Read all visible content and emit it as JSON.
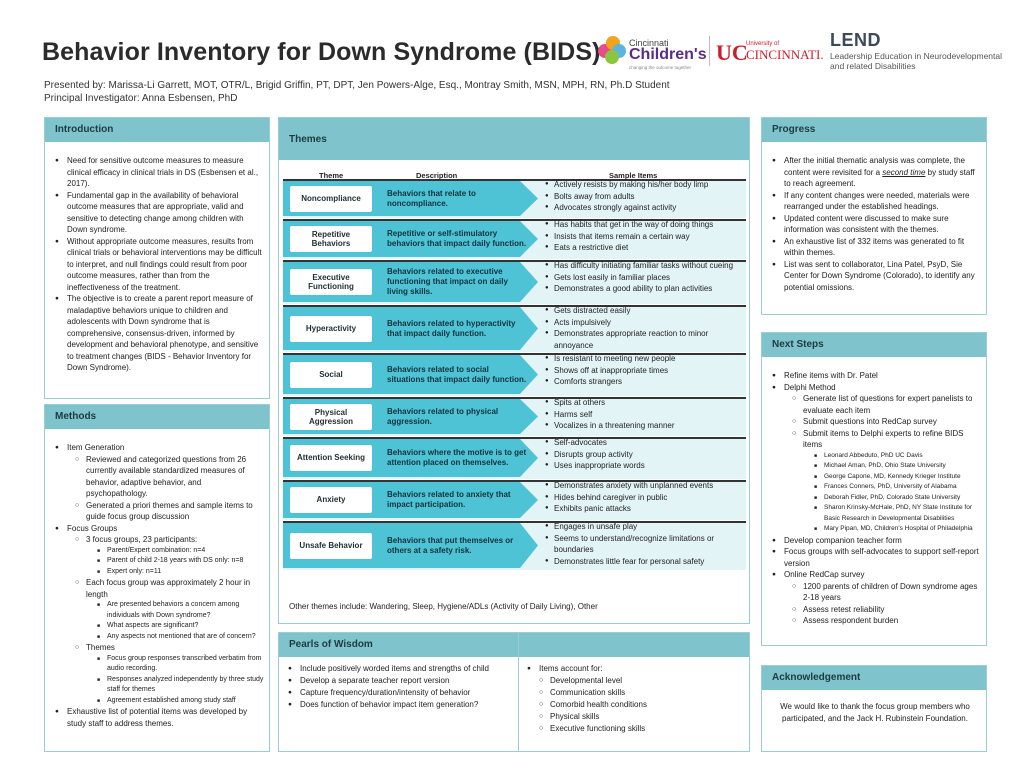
{
  "title": "Behavior Inventory for Down Syndrome (BIDS)",
  "presented_by": "Presented by: Marissa-Li Garrett, MOT, OTR/L, Brigid Griffin, PT, DPT, Jen Powers-Alge, Esq., Montray Smith, MSN, MPH, RN, Ph.D Student",
  "principal_investigator": "Principal Investigator: Anna Esbensen, PhD",
  "logos": {
    "cch_small": "Cincinnati",
    "cch_big": "Children's",
    "cch_tag": "changing the outcome together",
    "uc_small": "University of",
    "uc_big": "CINCINNATI.",
    "lend_big": "LEND",
    "lend_sub1": "Leadership Education in Neurodevelopmental",
    "lend_sub2": "and related Disabilities"
  },
  "introduction": {
    "header": "Introduction",
    "bullets": [
      "Need for sensitive outcome measures to measure clinical efficacy in clinical trials in DS (Esbensen et al., 2017).",
      "Fundamental gap in the availability of behavioral outcome measures that are appropriate, valid and sensitive to detecting change among children with Down syndrome.",
      "Without appropriate outcome measures, results from clinical trials or behavioral interventions may be difficult to interpret, and null findings could result from poor outcome measures, rather than from the ineffectiveness of the treatment.",
      "The objective is to create a parent report measure of maladaptive behaviors unique to children and adolescents with Down syndrome that is comprehensive, consensus-driven, informed by development and behavioral phenotype, and sensitive to treatment changes (BIDS - Behavior Inventory for Down Syndrome)."
    ]
  },
  "methods": {
    "header": "Methods",
    "item_generation": "Item Generation",
    "ig_sub": [
      "Reviewed and categorized questions from 26 currently available standardized measures of behavior, adaptive behavior, and psychopathology.",
      "Generated a priori themes and sample items to guide focus group discussion"
    ],
    "focus_groups": "Focus Groups",
    "fg_groups": "3 focus groups, 23 participants:",
    "fg_groups_list": [
      "Parent/Expert combination: n=4",
      "Parent of child 2-18 years with DS only: n=8",
      "Expert only: n=11"
    ],
    "fg_length": "Each focus group was approximately 2 hour in length",
    "fg_length_list": [
      "Are presented behaviors a concern among individuals with Down syndrome?",
      "What aspects are significant?",
      "Any aspects not mentioned that are of concern?"
    ],
    "fg_themes": "Themes",
    "fg_themes_list": [
      "Focus group responses transcribed verbatim from audio recording.",
      "Responses analyzed independently by three study staff for themes",
      "Agreement established among study staff"
    ],
    "exhaustive": "Exhaustive list of potential items was developed by study staff to address themes."
  },
  "themes": {
    "header": "Themes",
    "col_theme": "Theme",
    "col_description": "Description",
    "col_samples": "Sample Items",
    "rows": [
      {
        "name": "Noncompliance",
        "desc": "Behaviors that relate to noncompliance.",
        "items": [
          "Actively resists by making his/her body limp",
          "Bolts away from adults",
          "Advocates strongly against activity"
        ]
      },
      {
        "name": "Repetitive Behaviors",
        "desc": "Repetitive or self-stimulatory behaviors that impact daily function.",
        "items": [
          "Has habits that get in the way of doing things",
          "Insists that items remain a certain way",
          "Eats a restrictive diet"
        ]
      },
      {
        "name": "Executive Functioning",
        "desc": "Behaviors related to executive functioning that impact on daily living skills.",
        "items": [
          "Has difficulty initiating familiar tasks without cueing",
          "Gets lost easily in familiar places",
          "Demonstrates a good ability to plan activities"
        ]
      },
      {
        "name": "Hyperactivity",
        "desc": "Behaviors related to hyperactivity that impact daily function.",
        "items": [
          "Gets distracted easily",
          "Acts impulsively",
          "Demonstrates appropriate reaction to minor annoyance"
        ]
      },
      {
        "name": "Social",
        "desc": "Behaviors related to social situations that impact daily function.",
        "items": [
          "Is resistant to meeting new people",
          "Shows off at inappropriate times",
          "Comforts strangers"
        ]
      },
      {
        "name": "Physical Aggression",
        "desc": "Behaviors related to physical aggression.",
        "items": [
          "Spits at others",
          "Harms self",
          "Vocalizes in a threatening manner"
        ]
      },
      {
        "name": "Attention Seeking",
        "desc": "Behaviors where the motive is to get attention placed on themselves.",
        "items": [
          "Self-advocates",
          "Disrupts group activity",
          "Uses inappropriate words"
        ]
      },
      {
        "name": "Anxiety",
        "desc": "Behaviors related to anxiety that impact participation.",
        "items": [
          "Demonstrates anxiety with unplanned events",
          "Hides behind caregiver in public",
          "Exhibits panic attacks"
        ]
      },
      {
        "name": "Unsafe Behavior",
        "desc": "Behaviors that put themselves or others at a safety risk.",
        "items": [
          "Engages in unsafe play",
          "Seems to understand/recognize limitations or boundaries",
          "Demonstrates little fear for personal safety"
        ]
      }
    ],
    "other": "Other themes include: Wandering, Sleep, Hygiene/ADLs (Activity of Daily Living), Other"
  },
  "pearls": {
    "header": "Pearls of Wisdom",
    "left": [
      "Include positively worded items and strengths of child",
      "Develop a separate teacher report version",
      "Capture frequency/duration/intensity of behavior",
      "Does function of behavior impact item generation?"
    ],
    "right_head": "Items account for:",
    "right": [
      "Developmental level",
      "Communication skills",
      "Comorbid health conditions",
      "Physical skills",
      "Executive functioning skills"
    ]
  },
  "progress": {
    "header": "Progress",
    "b1_pre": "After the initial thematic analysis was complete, the content were revisited for a ",
    "b1_em": "second time",
    "b1_post": " by study staff to reach agreement.",
    "bullets": [
      "If any content changes were needed, materials were rearranged under the established headings.",
      "Updated content were discussed to make sure information was consistent with the themes.",
      "An exhaustive list of 332 items was generated to fit within themes.",
      "List was sent to collaborator, Lina Patel, PsyD, Sie Center for Down Syndrome (Colorado), to identify any potential omissions."
    ]
  },
  "next_steps": {
    "header": "Next Steps",
    "refine": "Refine items with Dr. Patel",
    "delphi": "Delphi Method",
    "delphi_sub": [
      "Generate list of questions for expert panelists to evaluate each item",
      "Submit questions into RedCap survey",
      "Submit items to Delphi experts to refine BIDS items"
    ],
    "experts": [
      "Leonard Abbeduto, PhD UC Davis",
      "Michael Aman, PhD, Ohio State University",
      "George Capone, MD, Kennedy Krieger Institute",
      "Frances Conners, PhD, University of Alabama",
      "Deborah Fidler, PhD, Colorado State University",
      "Sharon Krinsky-McHale, PhD, NY State Institute for Basic Research in Developmental Disabilities",
      "Mary Pipan, MD, Children's Hospital of Philadelphia"
    ],
    "companion": "Develop companion teacher form",
    "self_advocates": "Focus groups with self-advocates to support self-report version",
    "redcap": "Online RedCap survey",
    "redcap_sub": [
      "1200 parents of children of Down syndrome ages 2-18 years",
      "Assess retest reliability",
      "Assess respondent burden"
    ]
  },
  "acknowledgement": {
    "header": "Acknowledgement",
    "text": "We would like to thank the focus group members who participated, and the Jack H. Rubinstein Foundation."
  }
}
